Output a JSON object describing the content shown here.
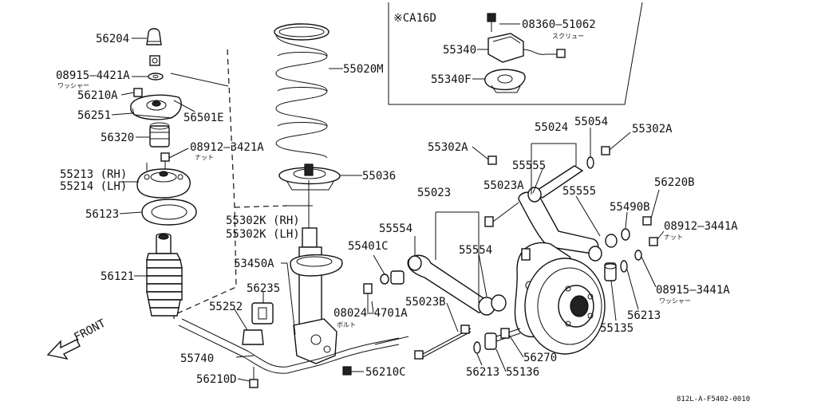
{
  "labels": {
    "p56204": "56204",
    "p08915_4421A": "08915—4421A",
    "washer1": "ワッシャー",
    "p56210A": "56210A",
    "p56251": "56251",
    "p56501E": "56501E",
    "p56320": "56320",
    "p08912_3421A": "08912—3421A",
    "nut1": "ナット",
    "p55213": "55213 (RH)",
    "p55214": "55214 (LH)",
    "p56123": "56123",
    "p56121": "56121",
    "p55020M": "55020M",
    "p55036": "55036",
    "p55302K": "55302K (RH)",
    "p55303K": "55302K (LH)",
    "p53450A": "53450A",
    "p56235": "56235",
    "p55252": "55252",
    "p55740": "55740",
    "p56210D": "56210D",
    "p56210C": "56210C",
    "p08024": "08024—4701A",
    "bolt": "ボルト",
    "p55401C": "55401C",
    "p55023": "55023",
    "p55554a": "55554",
    "p55554b": "55554",
    "p55023A": "55023A",
    "p55023B": "55023B",
    "p55302A_l": "55302A",
    "p55024": "55024",
    "p55054": "55054",
    "p55302A_r": "55302A",
    "p55555a": "55555",
    "p55555b": "55555",
    "p56220B": "56220B",
    "p55490B": "55490B",
    "p08912_3441A": "08912—3441A",
    "nut2": "ナット",
    "p08915_3441A": "08915—3441A",
    "washer2": "ワッシャー",
    "p56213a": "56213",
    "p56213b": "56213",
    "p55135": "55135",
    "p56270": "56270",
    "p55136": "55136",
    "inset_title": "※CA16D",
    "p08360": "08360—51062",
    "screw": "スクリュー",
    "p55340": "55340",
    "p55340F": "55340F",
    "front": "FRONT",
    "ref": "812L-A-F5402-0010"
  }
}
